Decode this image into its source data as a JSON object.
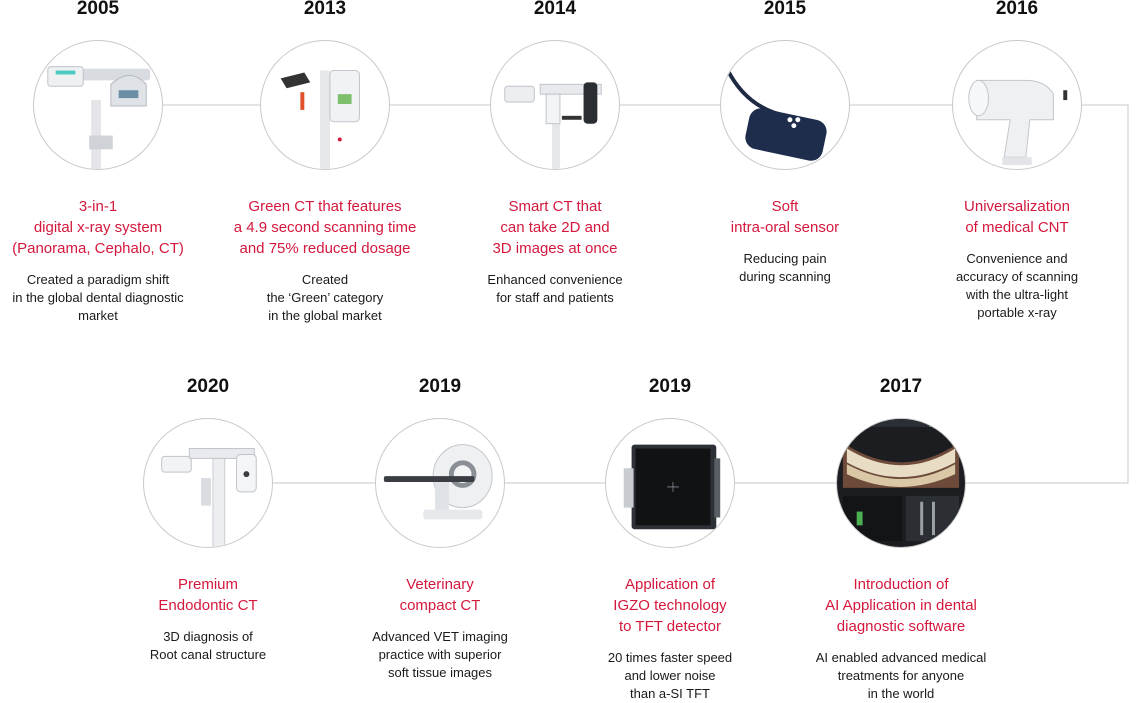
{
  "colors": {
    "accent": "#d4183d",
    "text": "#1a1a1a",
    "line": "#c9c9c9"
  },
  "milestones": [
    {
      "year": "2005",
      "icon": "panoramic-cephalo-xray-machine-icon",
      "title": [
        "3-in-1",
        "digital x-ray system",
        "(Panorama, Cephalo, CT)"
      ],
      "desc": [
        "Created a paradigm shift",
        "in the global dental diagnostic",
        "market"
      ]
    },
    {
      "year": "2013",
      "icon": "green-ct-scanner-icon",
      "title": [
        "Green CT that features",
        "a 4.9 second scanning time",
        "and 75% reduced dosage"
      ],
      "desc": [
        "Created",
        "the ‘Green’ category",
        "in the global market"
      ]
    },
    {
      "year": "2014",
      "icon": "smart-ct-scanner-icon",
      "title": [
        "Smart CT that",
        "can take 2D and",
        "3D images at once"
      ],
      "desc": [
        "Enhanced convenience",
        "for  staff and patients"
      ]
    },
    {
      "year": "2015",
      "icon": "intra-oral-sensor-icon",
      "title": [
        "Soft",
        "intra-oral sensor"
      ],
      "desc": [
        "Reducing pain",
        "during scanning"
      ]
    },
    {
      "year": "2016",
      "icon": "portable-xray-icon",
      "title": [
        "Universalization",
        "of medical CNT"
      ],
      "desc": [
        "Convenience and",
        "accuracy of scanning",
        "with the ultra-light",
        "portable x-ray"
      ]
    },
    {
      "year": "2017",
      "icon": "ai-diagnostic-software-icon",
      "title": [
        "Introduction of",
        "AI Application in dental",
        "diagnostic software"
      ],
      "desc": [
        "AI enabled advanced medical",
        "treatments for anyone",
        "in the world"
      ]
    },
    {
      "year": "2019",
      "icon": "igzo-tft-detector-icon",
      "title": [
        "Application of",
        "IGZO technology",
        "to TFT detector"
      ],
      "desc": [
        "20 times faster speed",
        "and lower noise",
        "than a-SI TFT"
      ]
    },
    {
      "year": "2019",
      "icon": "veterinary-ct-icon",
      "title": [
        "Veterinary",
        "compact CT"
      ],
      "desc": [
        "Advanced VET imaging",
        "practice with superior",
        "soft tissue images"
      ]
    },
    {
      "year": "2020",
      "icon": "endodontic-ct-icon",
      "title": [
        "Premium",
        "Endodontic CT"
      ],
      "desc": [
        "3D diagnosis of",
        "Root canal structure"
      ]
    }
  ]
}
